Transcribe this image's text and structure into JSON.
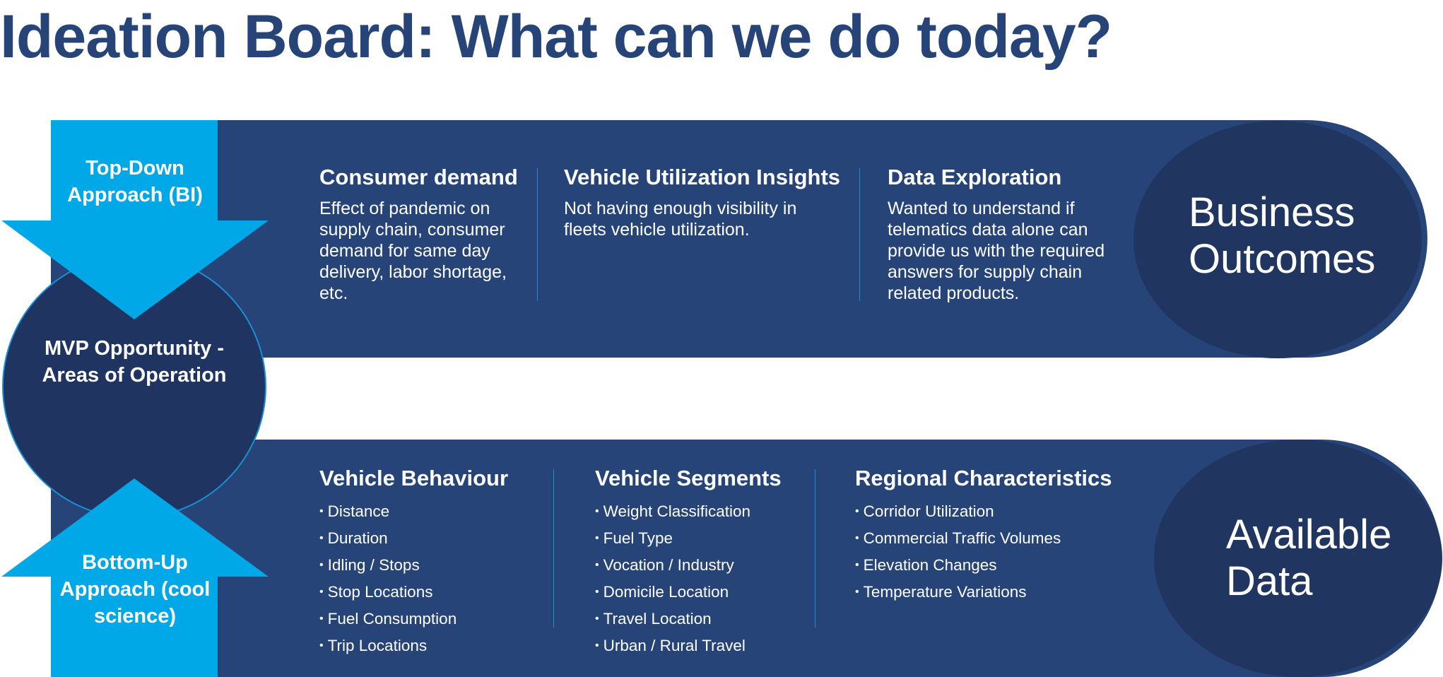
{
  "title": "Ideation Board: What can we do today?",
  "top_arrow": {
    "label": "Top-Down Approach (BI)"
  },
  "bottom_arrow": {
    "label": "Bottom-Up Approach (cool science)"
  },
  "center_circle": {
    "label": "MVP Opportunity - Areas of Operation"
  },
  "top_band": {
    "outcome": "Business Outcomes",
    "columns": [
      {
        "heading": "Consumer demand",
        "text": "Effect of pandemic on supply chain, consumer demand for same day delivery, labor shortage, etc."
      },
      {
        "heading": "Vehicle Utilization Insights",
        "text": "Not having enough visibility in fleets vehicle utilization."
      },
      {
        "heading": "Data Exploration",
        "text": "Wanted to understand if telematics data alone can provide us with the required answers for supply chain related products."
      }
    ]
  },
  "bottom_band": {
    "outcome": "Available Data",
    "columns": [
      {
        "heading": "Vehicle Behaviour",
        "items": [
          "Distance",
          "Duration",
          "Idling / Stops",
          "Stop Locations",
          "Fuel Consumption",
          "Trip Locations"
        ]
      },
      {
        "heading": "Vehicle Segments",
        "items": [
          "Weight Classification",
          "Fuel Type",
          "Vocation / Industry",
          "Domicile Location",
          "Travel Location",
          "Urban / Rural Travel"
        ]
      },
      {
        "heading": "Regional Characteristics",
        "items": [
          "Corridor Utilization",
          "Commercial Traffic Volumes",
          "Elevation Changes",
          "Temperature Variations"
        ]
      }
    ]
  },
  "colors": {
    "title": "#264478",
    "band": "#264478",
    "oval": "#203560",
    "arrow": "#00a8e8",
    "circle": "#1f3461"
  }
}
